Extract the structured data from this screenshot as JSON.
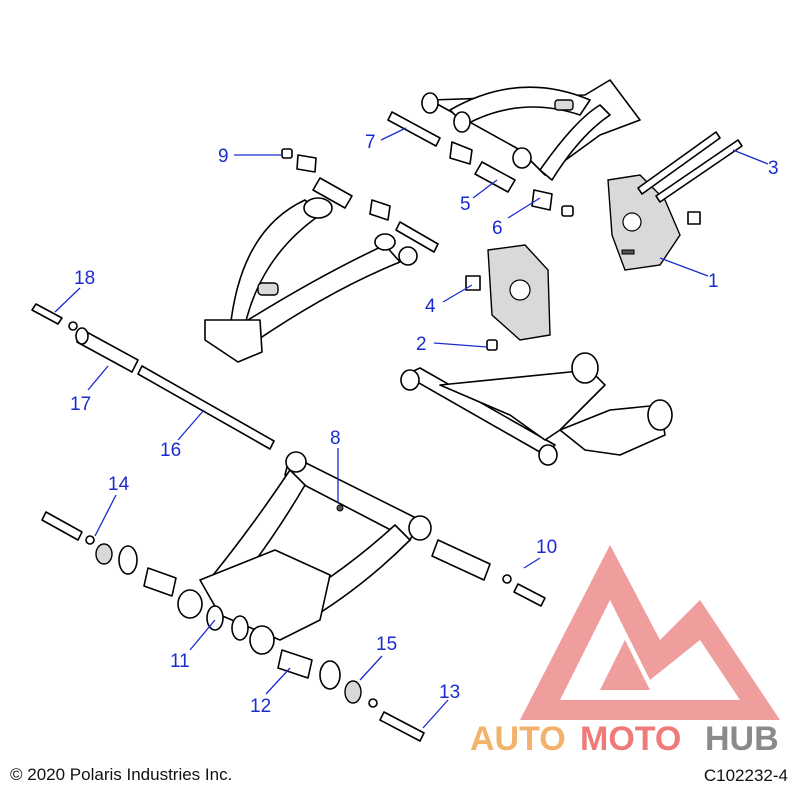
{
  "diagram": {
    "callouts": [
      {
        "id": "c1",
        "label": "1"
      },
      {
        "id": "c2",
        "label": "2"
      },
      {
        "id": "c3",
        "label": "3"
      },
      {
        "id": "c4",
        "label": "4"
      },
      {
        "id": "c5",
        "label": "5"
      },
      {
        "id": "c6",
        "label": "6"
      },
      {
        "id": "c7",
        "label": "7"
      },
      {
        "id": "c8",
        "label": "8"
      },
      {
        "id": "c9",
        "label": "9"
      },
      {
        "id": "c10",
        "label": "10"
      },
      {
        "id": "c11",
        "label": "11"
      },
      {
        "id": "c12",
        "label": "12"
      },
      {
        "id": "c13",
        "label": "13"
      },
      {
        "id": "c14",
        "label": "14"
      },
      {
        "id": "c15",
        "label": "15"
      },
      {
        "id": "c16",
        "label": "16"
      },
      {
        "id": "c17",
        "label": "17"
      },
      {
        "id": "c18",
        "label": "18"
      }
    ],
    "callout_color": "#1a2ccf"
  },
  "watermark": {
    "part_auto": "AUTO",
    "part_moto": "MOTO",
    "part_hub": "HUB",
    "colors": {
      "logo": "#e8706f",
      "auto": "#f2b26b",
      "moto": "#ef7a78",
      "hub": "#8a8a8a"
    }
  },
  "footer": {
    "copyright": "© 2020 Polaris Industries Inc.",
    "drawing_id": "C102232-4"
  }
}
